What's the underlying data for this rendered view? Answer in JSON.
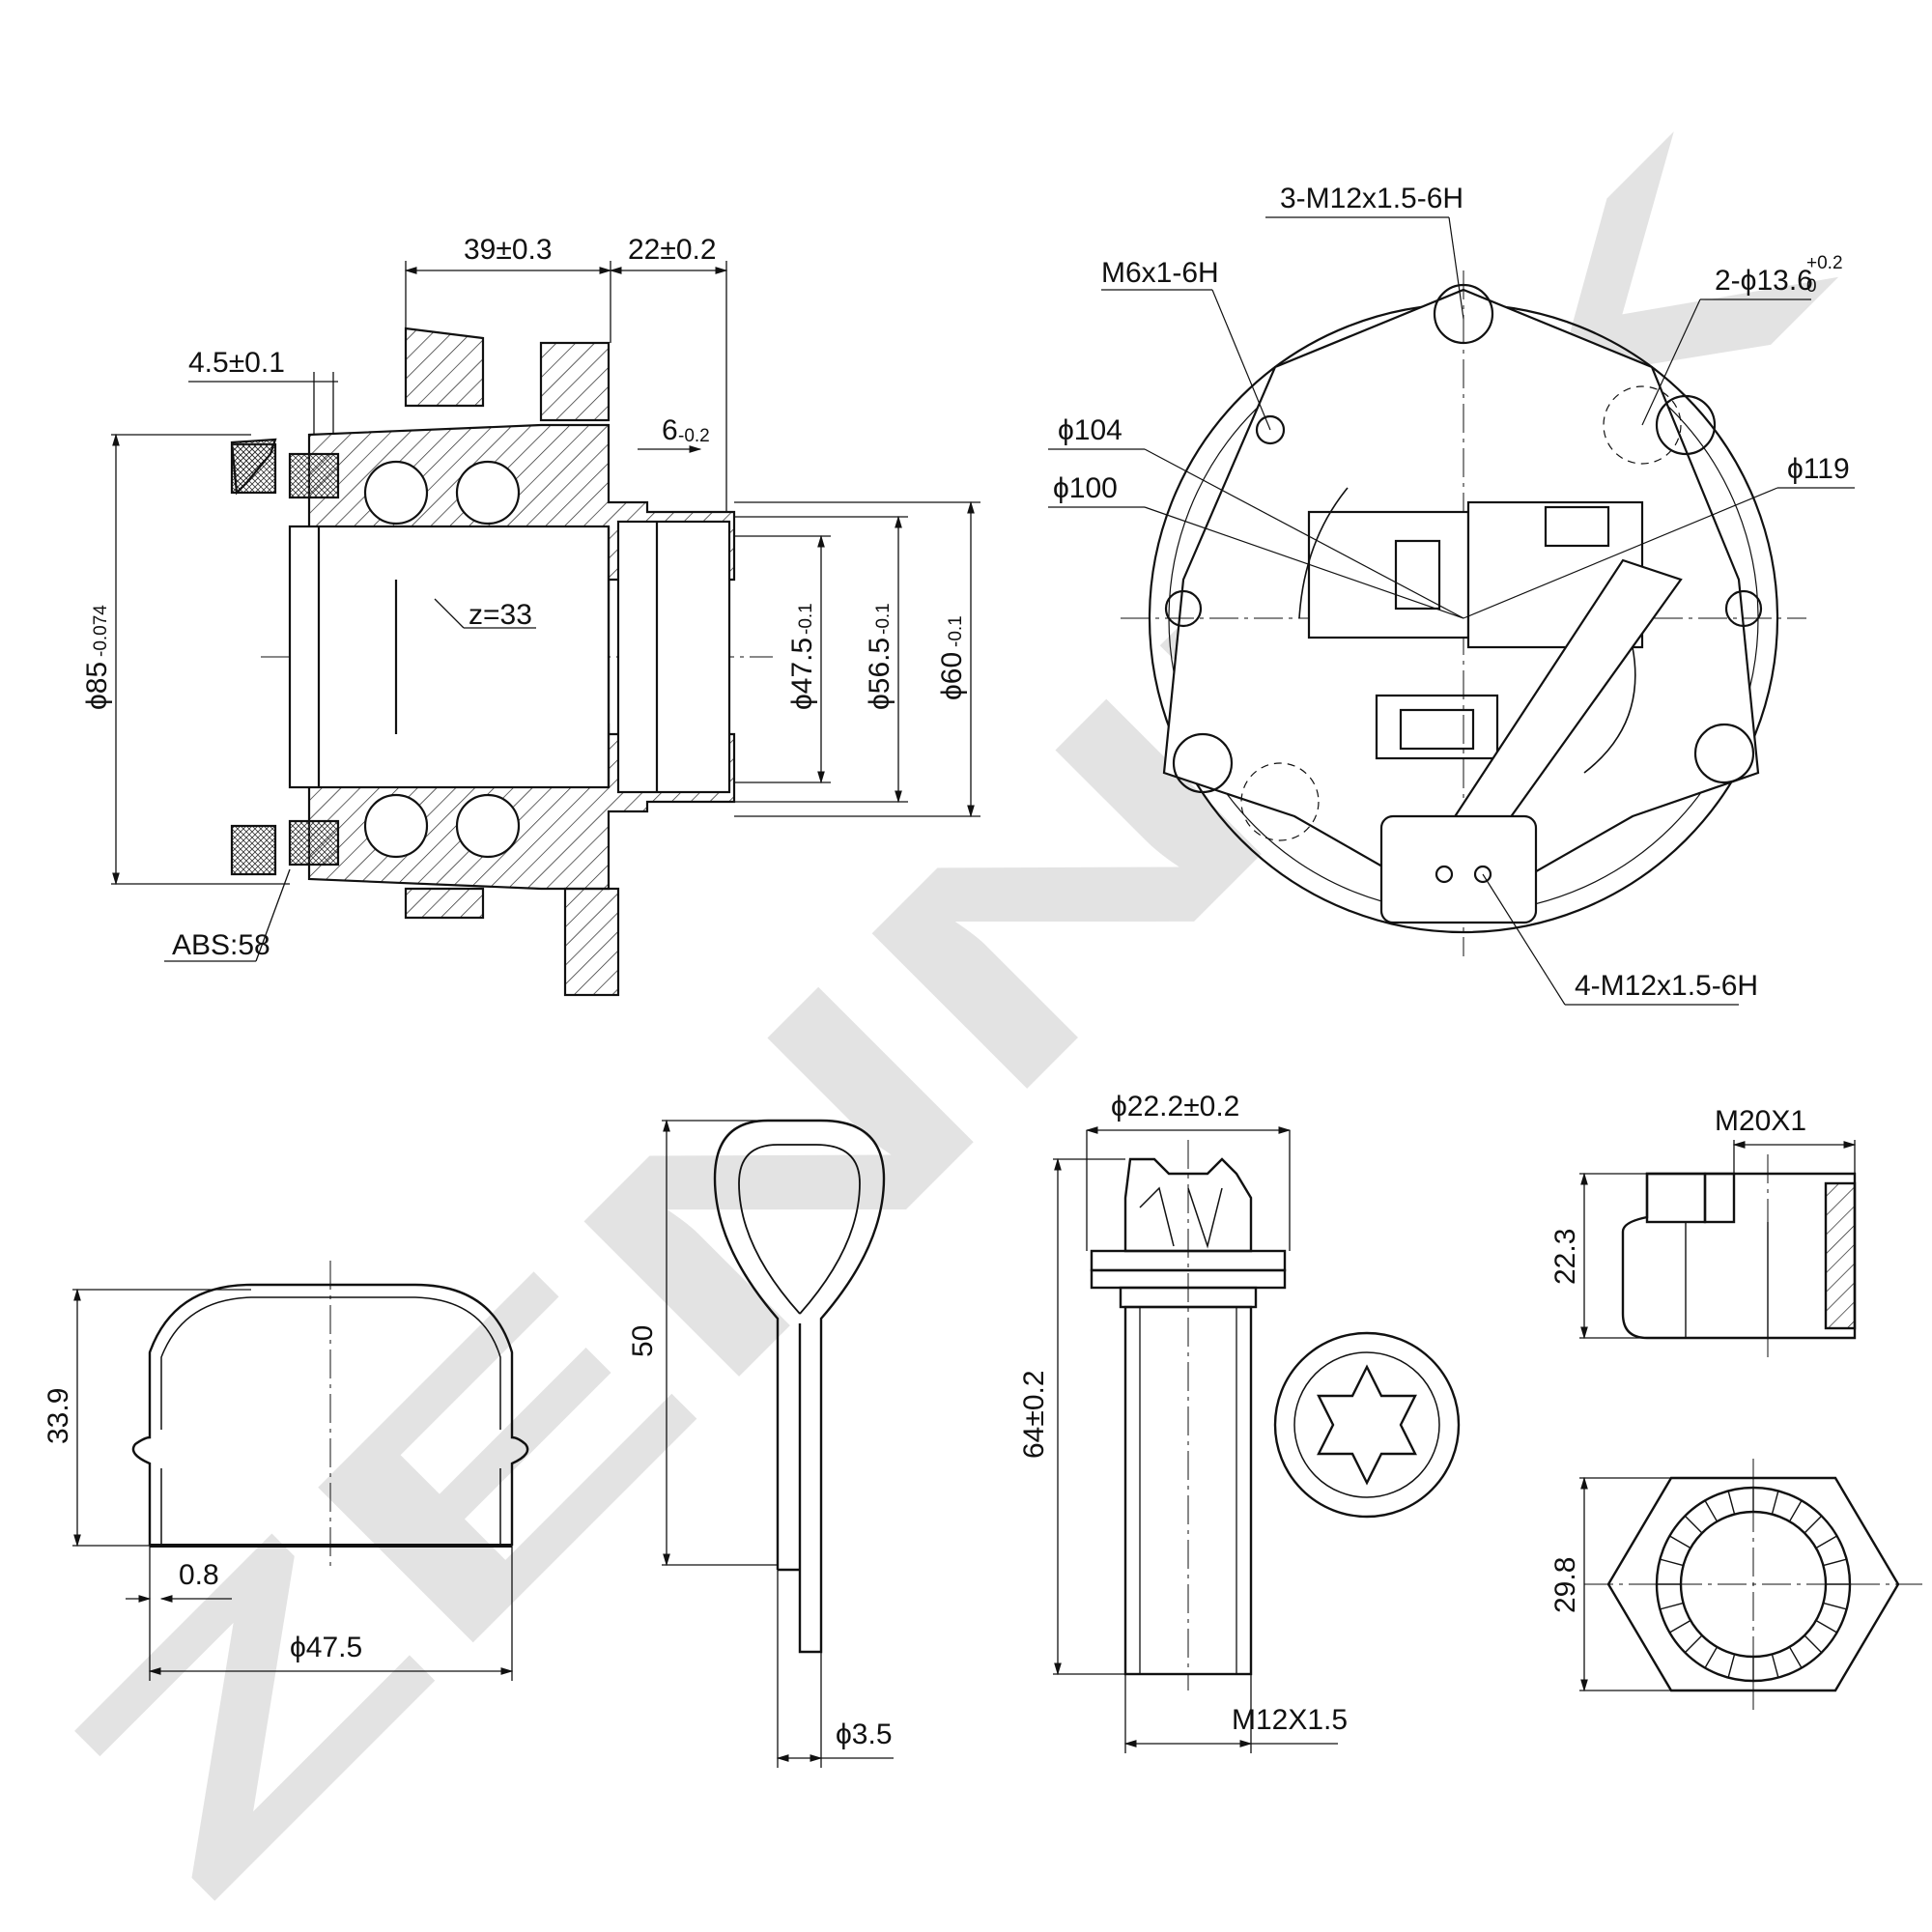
{
  "watermark": "ZENNEK",
  "hub": {
    "dim_39": "39±0.3",
    "dim_22": "22±0.2",
    "dim_4_5": "4.5±0.1",
    "dim_6": "6",
    "dim_6_tol": "-0.2",
    "dia_85": "ϕ85",
    "dia_85_tol": "-0.074",
    "dia_47_5": "ϕ47.5",
    "dia_47_5_tol": "-0.1",
    "dia_56_5": "ϕ56.5",
    "dia_56_5_tol": "-0.1",
    "dia_60": "ϕ60",
    "dia_60_tol": "-0.1",
    "teeth": "z=33",
    "abs": "ABS:58"
  },
  "flange": {
    "thread_3": "3-M12x1.5-6H",
    "thread_m6": "M6x1-6H",
    "holes_2": "2-ϕ13.6",
    "holes_2_tol_top": "+0.2",
    "holes_2_tol_bot": "0",
    "dia_104": "ϕ104",
    "dia_100": "ϕ100",
    "dia_119": "ϕ119",
    "thread_4": "4-M12x1.5-6H"
  },
  "cap": {
    "height": "33.9",
    "thickness": "0.8",
    "diameter": "ϕ47.5"
  },
  "pin": {
    "length": "50",
    "diameter": "ϕ3.5"
  },
  "bolt": {
    "head_dia": "ϕ22.2±0.2",
    "length": "64±0.2",
    "thread": "M12X1.5"
  },
  "nut": {
    "thread": "M20X1",
    "height": "22.3",
    "width": "29.8"
  }
}
